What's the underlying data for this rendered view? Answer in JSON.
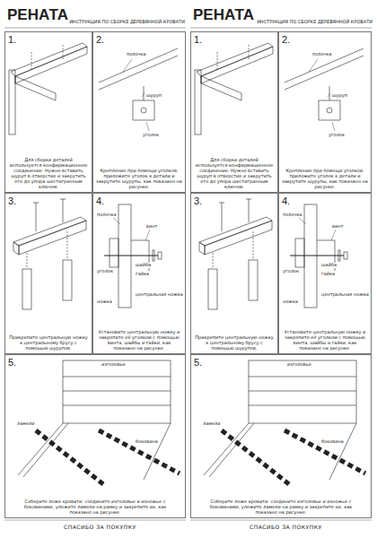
{
  "diagram": {
    "title": "РЕНАТА",
    "nodes": [
      {
        "text": [
          "1.",
          "Для сборки деталей используется конфирмационное соединение. Нужно вставить шуруп в отверстие и закрутить его до упора шестигранным ключом."
        ]
      },
      {
        "text": [
          "2.",
          "Крепление при помощи уголков: приложите уголок к детали и закрутите шурупы, как показано на рисунке."
        ]
      },
      {
        "text": [
          "3.",
          "Прикрепите центральную ножку к центральному брусу с помощью шурупов."
        ]
      },
      {
        "text": [
          "4.",
          "Установите центральную ножку и закрепите её уголком с помощью винта, шайбы и гайки, как показано на рисунке."
        ]
      },
      {
        "text": [
          "5.",
          "Соберите ложе кровати: соедините изголовье и изножье с боковинами, уложите ламели на рамку и закрепите их, как показано на рисунке."
        ]
      },
      {
        "text": [
          "1.",
          "Для сборки деталей используется конфирмационное соединение. Нужно вставить шуруп в отверстие и закрутить его до упора шестигранным ключом."
        ]
      },
      {
        "text": [
          "2.",
          "Крепление при помощи уголков: приложите уголок к детали и закрутите шурупы, как показано на рисунке."
        ]
      },
      {
        "text": [
          "3.",
          "Прикрепите центральную ножку к центральному брусу с помощью шурупов."
        ]
      },
      {
        "text": [
          "4.",
          "Установите центральную ножку и закрепите её уголком с помощью винта, шайбы и гайки, как показано на рисунке."
        ]
      },
      {
        "text": [
          "5.",
          "Соберите ложе кровати: соедините изголовье и изножье с боковинами, уложите ламели на рамку и закрепите их, как показано на рисунке."
        ]
      }
    ],
    "labels": [
      "ИНСТРУКЦИЯ ПО СБОРКЕ ДЕРЕВЯННОЙ КРОВАТИ",
      "полочка",
      "шуруп",
      "уголок",
      "полочка",
      "винт",
      "уголок",
      "шайба",
      "гайка",
      "центральная ножка",
      "ножка",
      "изголовье",
      "ламели",
      "боковина",
      "СПАСИБО ЗА ПОКУПКУ",
      "РЕНАТА",
      "ИНСТРУКЦИЯ ПО СБОРКЕ ДЕРЕВЯННОЙ КРОВАТИ",
      "полочка",
      "шуруп",
      "уголок",
      "полочка",
      "винт",
      "уголок",
      "шайба",
      "гайка",
      "центральная ножка",
      "ножка",
      "изголовье",
      "ламели",
      "боковина",
      "СПАСИБО ЗА ПОКУПКУ"
    ]
  }
}
